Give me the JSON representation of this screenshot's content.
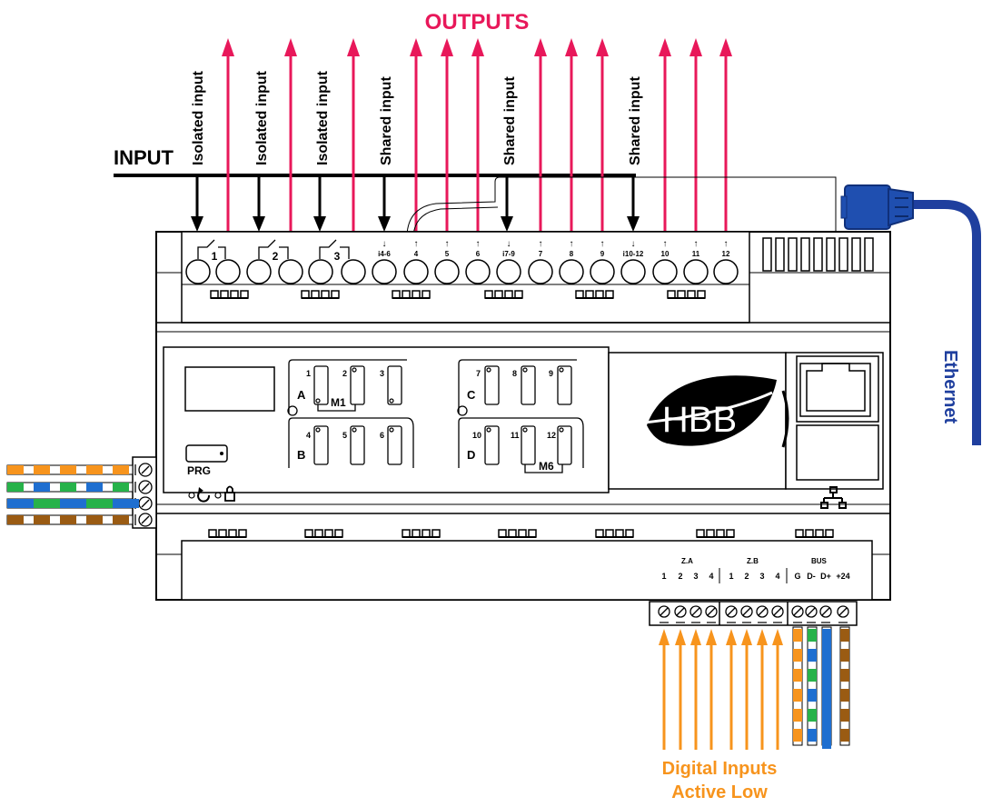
{
  "colors": {
    "output_arrow": "#e8185a",
    "input_arrow": "#000000",
    "digital_arrow": "#f7941d",
    "ethernet": "#1f3f9e",
    "device_outline": "#000000",
    "wire_orange": "#f7941d",
    "wire_green": "#27b24a",
    "wire_blue": "#1f6fd0",
    "wire_brown": "#9a5b13"
  },
  "labels": {
    "outputs": "OUTPUTS",
    "input": "INPUT",
    "ethernet": "Ethernet",
    "digital_inputs_line1": "Digital Inputs",
    "digital_inputs_line2": "Active Low",
    "logo": "HBB",
    "prg": "PRG"
  },
  "top_vertical_labels": [
    "Isolated input",
    "Isolated input",
    "Isolated input",
    "Shared input",
    "Shared input",
    "Shared input"
  ],
  "top_terminals": {
    "relay_numbers": [
      "1",
      "2",
      "3"
    ],
    "shared_markers": [
      "↓\ni4-6",
      "↑\n4",
      "↑\n5",
      "↑\n6",
      "↓\ni7-9",
      "↑\n7",
      "↑\n8",
      "↑\n9",
      "↓\ni10-12",
      "↑\n10",
      "↑\n11",
      "↑\n12"
    ]
  },
  "relay_groups": {
    "m1": {
      "letter_a": "A",
      "letter_b": "B",
      "numbers_top": [
        "1",
        "2",
        "3"
      ],
      "numbers_bottom": [
        "4",
        "5",
        "6"
      ],
      "module": "M1"
    },
    "m6": {
      "letter_c": "C",
      "letter_d": "D",
      "numbers_top": [
        "7",
        "8",
        "9"
      ],
      "numbers_bottom": [
        "10",
        "11",
        "12"
      ],
      "module": "M6"
    }
  },
  "bottom_terminals": {
    "zone_a": {
      "title": "Z.A",
      "pins": [
        "1",
        "2",
        "3",
        "4"
      ]
    },
    "zone_b": {
      "title": "Z.B",
      "pins": [
        "1",
        "2",
        "3",
        "4"
      ]
    },
    "bus": {
      "title": "BUS",
      "pins": [
        "G",
        "D-",
        "D+",
        "+24"
      ]
    }
  }
}
